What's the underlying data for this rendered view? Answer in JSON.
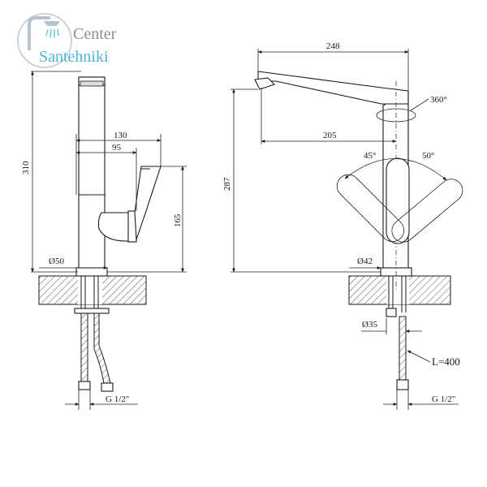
{
  "logo": {
    "line1": "Center",
    "line2": "Santehniki",
    "color1": "#8a8f96",
    "color2": "#4fb3d9"
  },
  "side_view": {
    "height_total": "310",
    "handle_reach": "130",
    "spout_to_handle": "95",
    "handle_height": "165",
    "base_diameter": "Ø50",
    "thread": "G 1/2\""
  },
  "front_view": {
    "spout_length": "248",
    "spout_reach": "205",
    "spout_height": "287",
    "rotation": "360°",
    "angle_left": "45°",
    "angle_right": "50°",
    "body_diameter": "Ø42",
    "mount_diameter": "Ø35",
    "hose_length": "L=400",
    "thread": "G 1/2\""
  },
  "colors": {
    "line": "#1a1a1a",
    "hatch": "#555555"
  }
}
